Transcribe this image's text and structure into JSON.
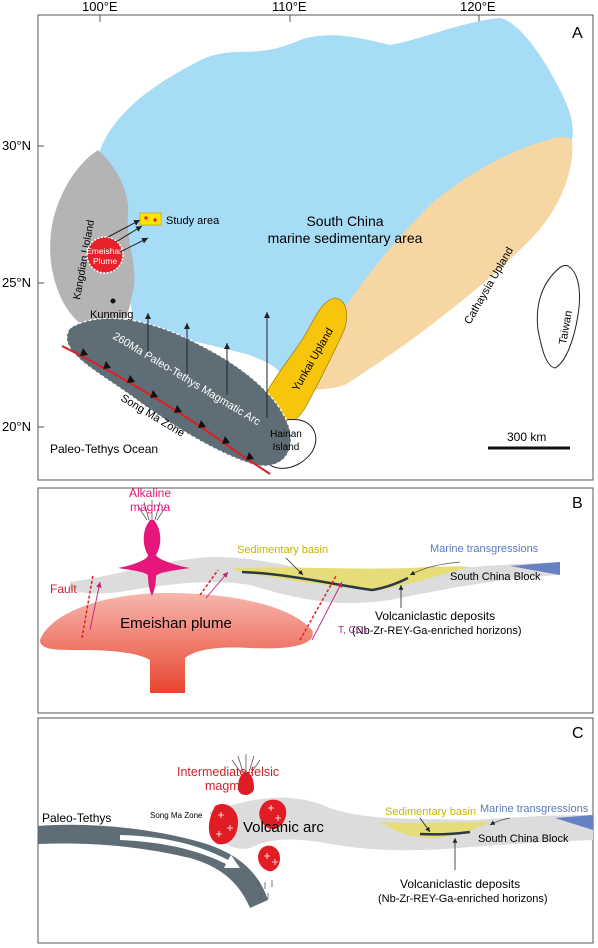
{
  "panel_a": {
    "label": "A",
    "lon_labels": [
      "100°E",
      "110°E",
      "120°E"
    ],
    "lat_labels": [
      "30°N",
      "25°N",
      "20°N"
    ],
    "regions": {
      "south_china_line1": "South China",
      "south_china_line2": "marine sedimentary area",
      "kangdian": "Kangdian Upland",
      "yunkai": "Yunkai Upland",
      "cathaysia": "Cathaysia Upland",
      "taiwan": "Taiwan",
      "hainan_line1": "Hainan",
      "hainan_line2": "Island",
      "emeishan_line1": "Emeishan",
      "emeishan_line2": "Plume",
      "kunming": "Kunming",
      "study_area": "Study area",
      "arc": "260Ma Paleo-Tethys Magmatic Arc",
      "song_ma": "Song Ma Zone",
      "paleo_tethys_ocean": "Paleo-Tethys Ocean"
    },
    "scale_bar": "300 km",
    "colors": {
      "marine": "#a6dcf5",
      "kangdian": "#b4b4b4",
      "yunkai": "#f7c60c",
      "cathaysia": "#f6d6a3",
      "arc": "#5f6e76",
      "plume": "#e8222a",
      "study": "#ffe600"
    }
  },
  "panel_b": {
    "label": "B",
    "alkaline_line1": "Alkaline",
    "alkaline_line2": "magma",
    "fault": "Fault",
    "sedimentary_basin": "Sedimentary basin",
    "marine_transgressions": "Marine transgressions",
    "south_china_block": "South China Block",
    "plume": "Emeishan plume",
    "t_co2": "T, CO₂",
    "volc_line1": "Volcaniclastic deposits",
    "volc_line2": "(Nb-Zr-REY-Ga-enriched horizons)"
  },
  "panel_c": {
    "label": "C",
    "magma_line1": "Intermediate-felsic",
    "magma_line2": "magma",
    "paleo_tethys": "Paleo-Tethys",
    "song_ma": "Song Ma Zone",
    "volcanic_arc": "Volcanic arc",
    "sedimentary_basin": "Sedimentary basin",
    "marine_transgressions": "Marine transgressions",
    "south_china_block": "South China Block",
    "volc_line1": "Volcaniclastic deposits",
    "volc_line2": "(Nb-Zr-REY-Ga-enriched horizons)"
  }
}
